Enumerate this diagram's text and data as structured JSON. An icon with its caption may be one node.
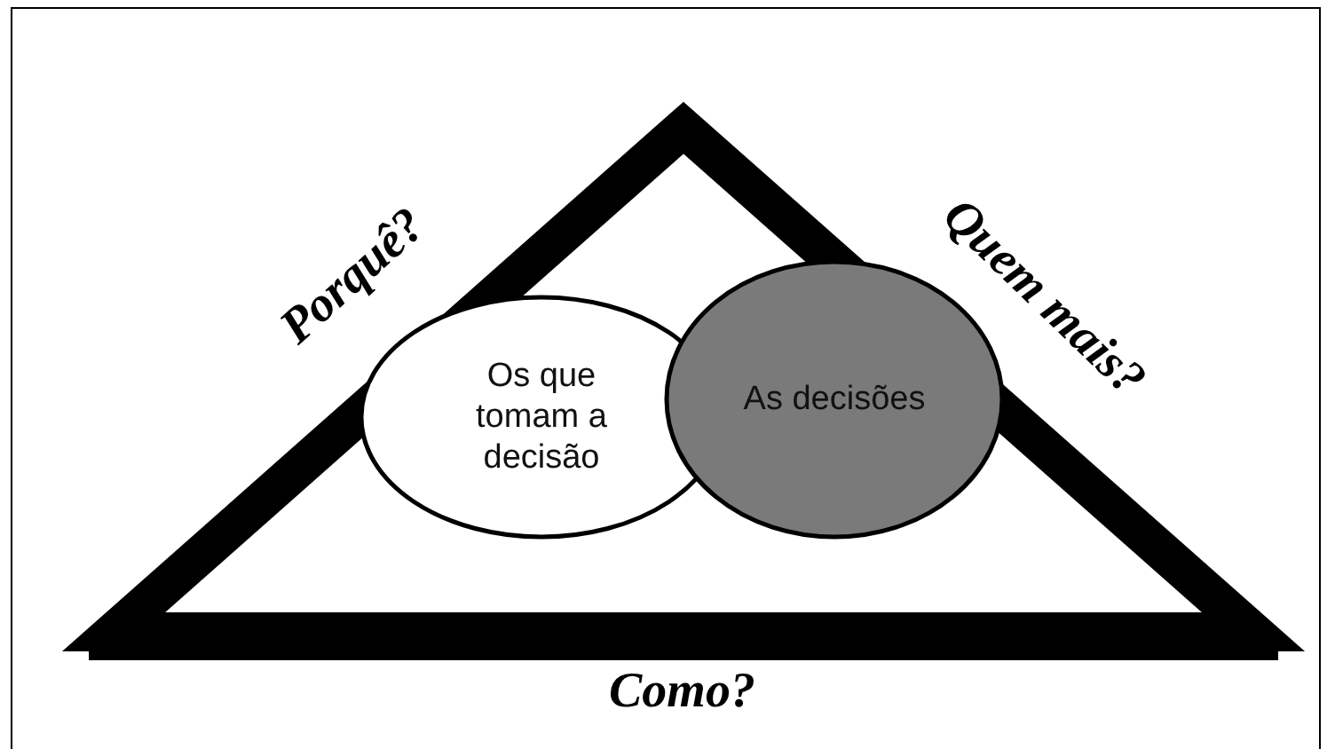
{
  "diagram": {
    "nodes": [
      {
        "text": [],
        "shape": "triangle"
      },
      {
        "text": [
          "Os que tomam a decisão"
        ],
        "in": 0
      },
      {
        "text": [
          "As decisões"
        ],
        "in": 0
      }
    ],
    "labels": [
      "Porquê?",
      "Quem mais?",
      "Como?"
    ]
  }
}
